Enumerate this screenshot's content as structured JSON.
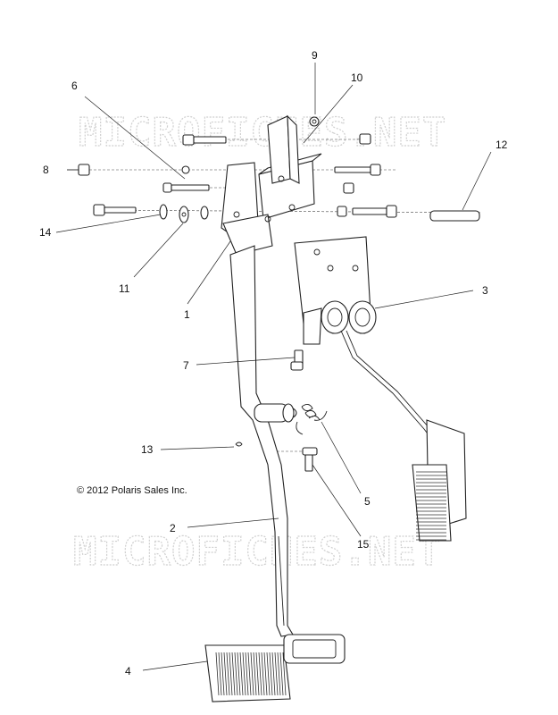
{
  "watermark": "MICROFICHES.NET",
  "copyright": "© 2012 Polaris Sales Inc.",
  "callouts": [
    "1",
    "2",
    "3",
    "4",
    "5",
    "6",
    "7",
    "8",
    "9",
    "10",
    "11",
    "12",
    "13",
    "14",
    "15"
  ]
}
